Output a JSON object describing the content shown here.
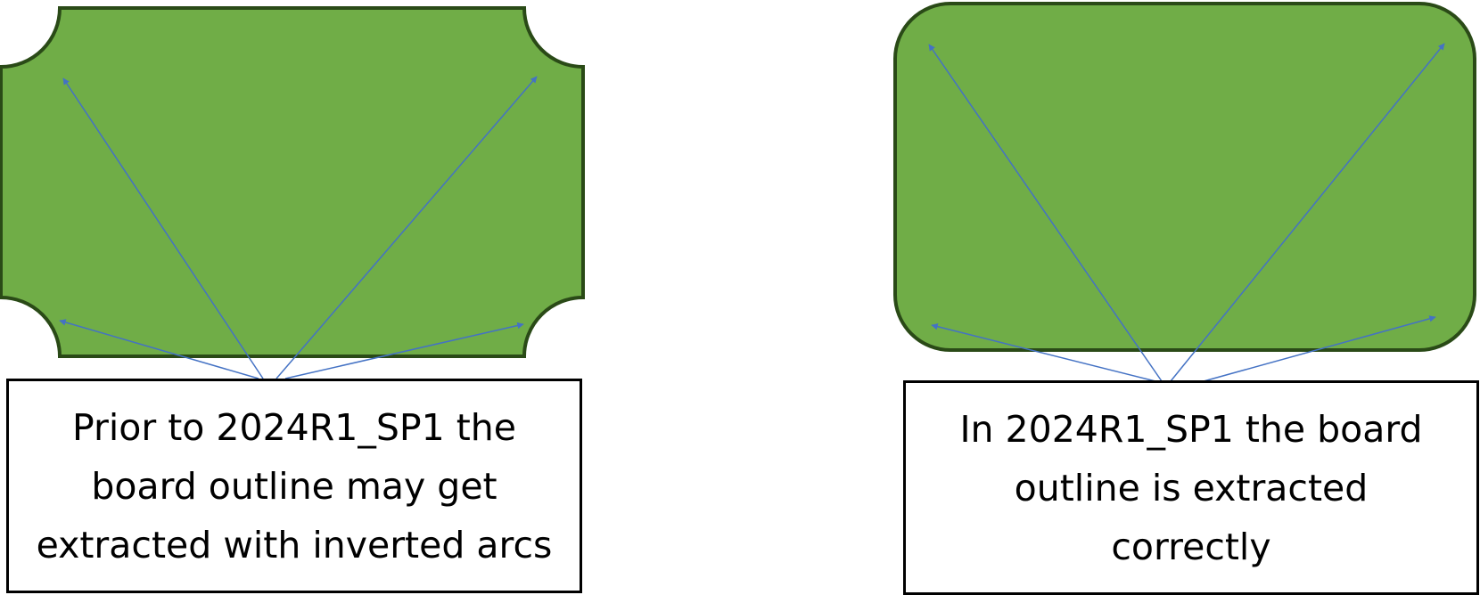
{
  "colors": {
    "board_fill": "#70ad47",
    "board_stroke": "#2a4a17",
    "arrow": "#4472c4",
    "caption_border": "#000000",
    "caption_text": "#000000"
  },
  "panels": [
    {
      "id": "before",
      "board_shape": "rectangle-with-inverted-corner-arcs",
      "caption_lines": [
        "Prior to 2024R1_SP1 the",
        "board outline may get",
        "extracted with inverted arcs"
      ]
    },
    {
      "id": "after",
      "board_shape": "rounded-rectangle",
      "caption_lines": [
        "In 2024R1_SP1 the board",
        "outline is extracted",
        "correctly"
      ]
    }
  ]
}
